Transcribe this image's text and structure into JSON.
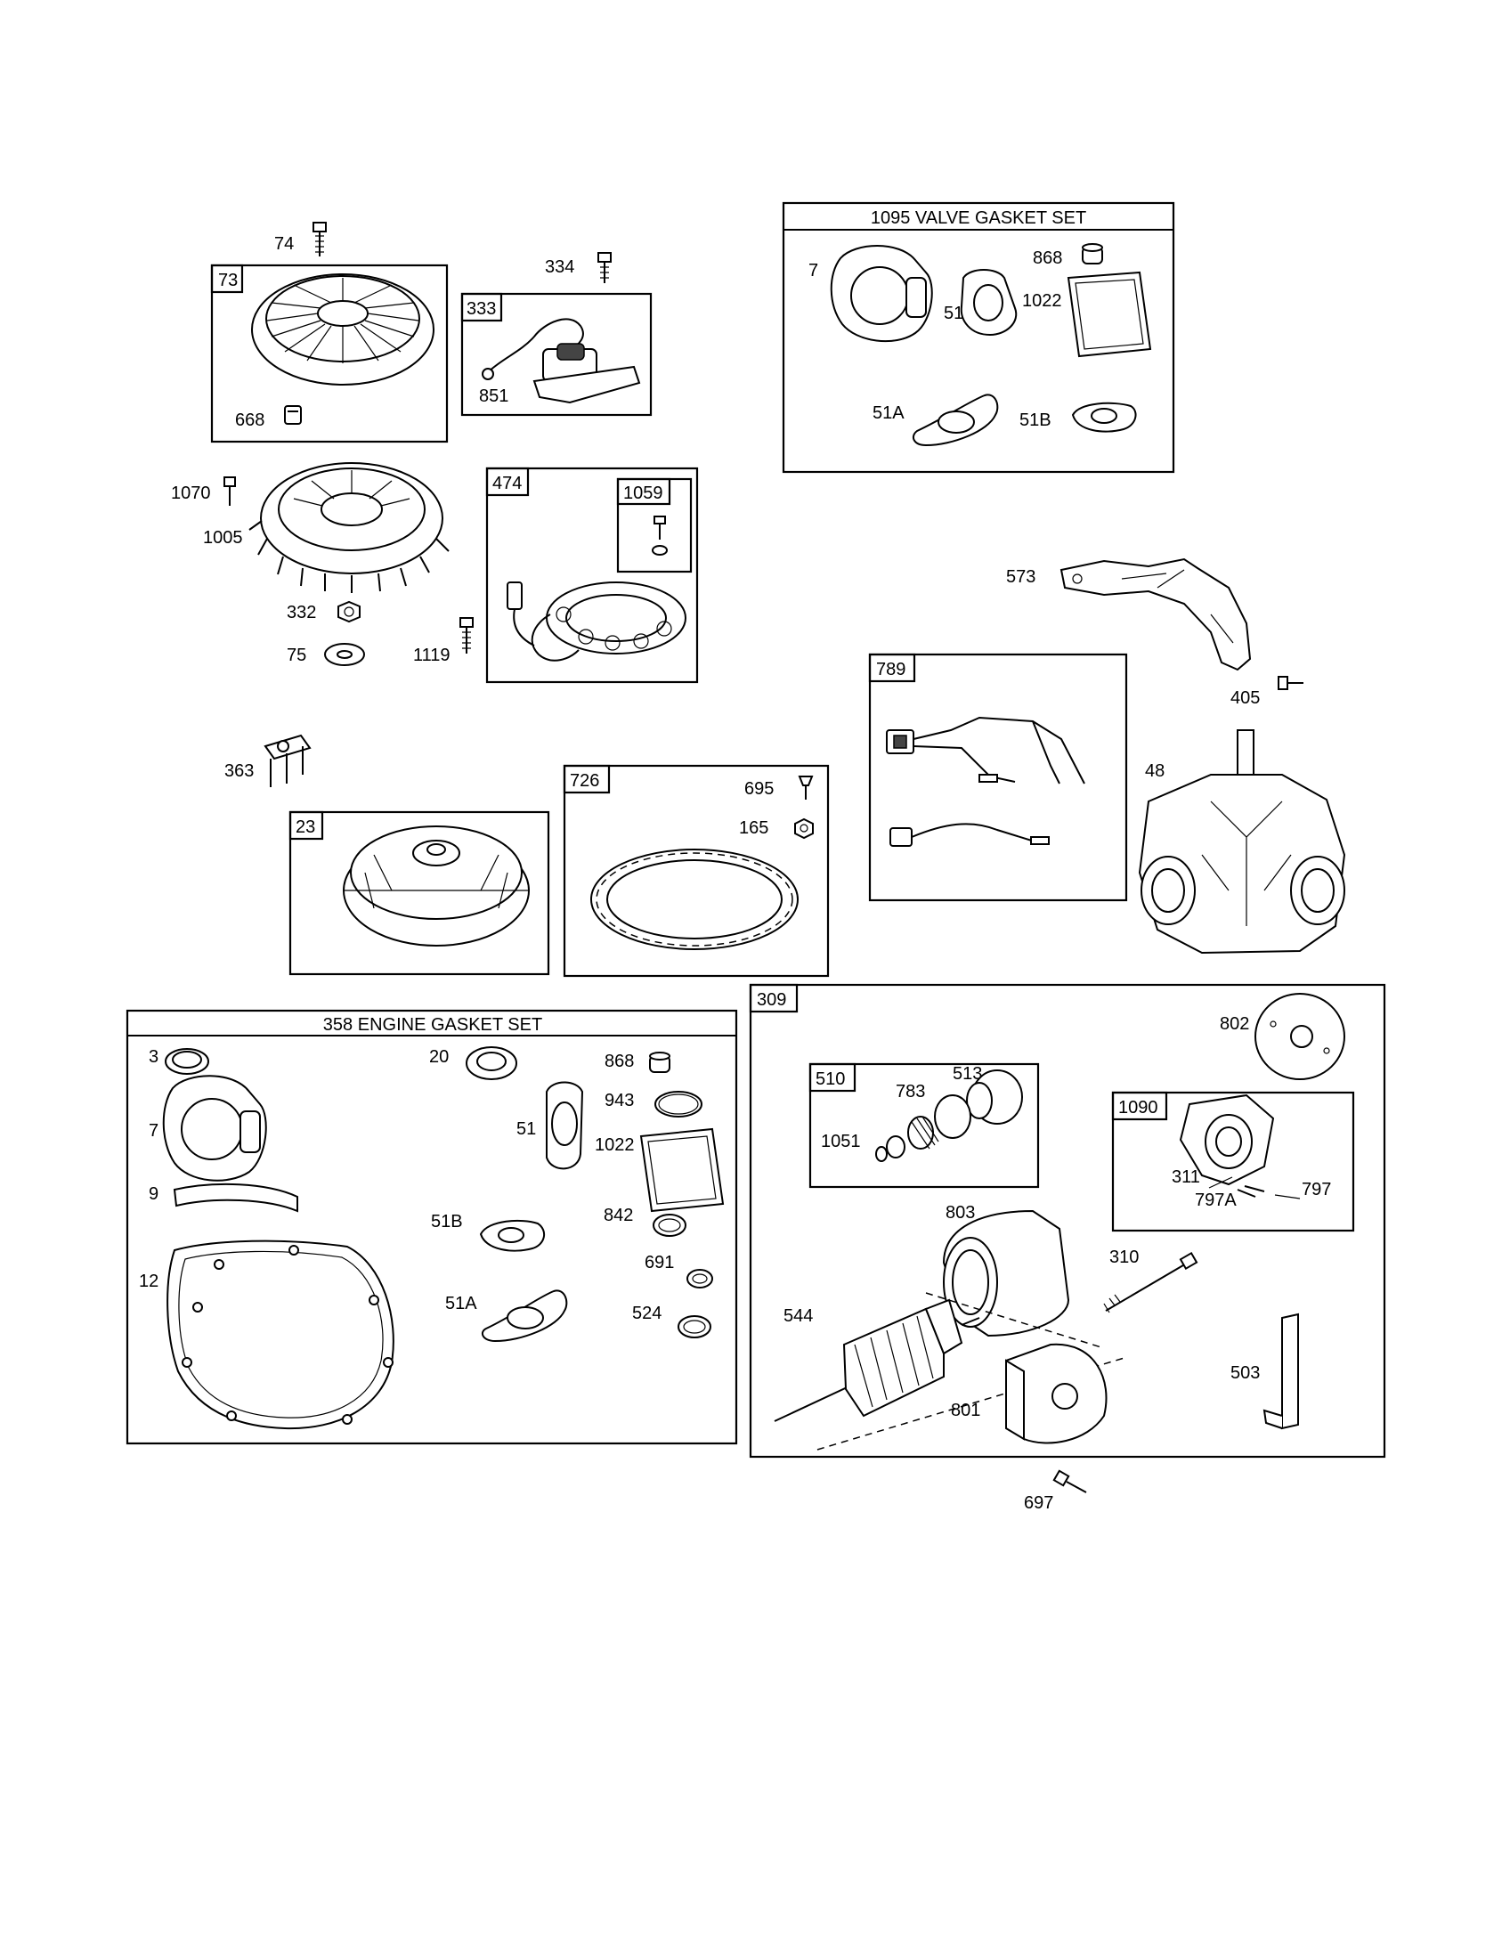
{
  "groups": {
    "g73": "73",
    "g333": "333",
    "g474": "474",
    "g1059": "1059",
    "g1095": "1095 VALVE GASKET SET",
    "g789": "789",
    "g23": "23",
    "g726": "726",
    "g358": "358 ENGINE GASKET SET",
    "g309": "309",
    "g510": "510",
    "g1090": "1090"
  },
  "parts": {
    "p74": "74",
    "p334": "334",
    "p668": "668",
    "p851": "851",
    "p1070": "1070",
    "p1005": "1005",
    "p332": "332",
    "p75": "75",
    "p1119": "1119",
    "v7": "7",
    "v51": "51",
    "v868": "868",
    "v1022": "1022",
    "v51A": "51A",
    "v51B": "51B",
    "p573": "573",
    "p405": "405",
    "p363": "363",
    "p695": "695",
    "p165": "165",
    "p48": "48",
    "e3": "3",
    "e20": "20",
    "e868": "868",
    "e943": "943",
    "e7": "7",
    "e51": "51",
    "e1022": "1022",
    "e9": "9",
    "e51B": "51B",
    "e842": "842",
    "e12": "12",
    "e691": "691",
    "e51A": "51A",
    "e524": "524",
    "p802": "802",
    "p513": "513",
    "p783": "783",
    "p1051": "1051",
    "p311": "311",
    "p797A": "797A",
    "p797": "797",
    "p803": "803",
    "p310": "310",
    "p544": "544",
    "p503": "503",
    "p801": "801",
    "p697": "697"
  }
}
